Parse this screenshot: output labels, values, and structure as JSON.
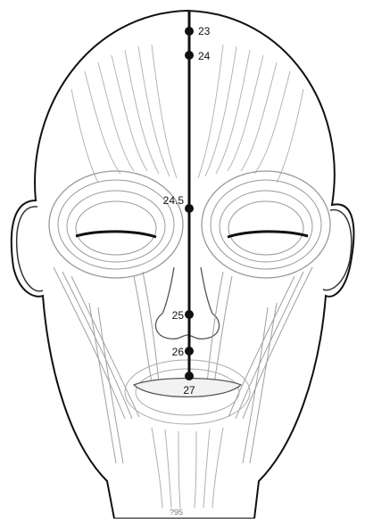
{
  "figure": {
    "line_color": "#111111",
    "skin_color": "#ffffff",
    "muscle_color": "#9a9a9a",
    "points": [
      {
        "label": "23"
      },
      {
        "label": "24"
      },
      {
        "label": "24.5"
      },
      {
        "label": "25"
      },
      {
        "label": "26"
      },
      {
        "label": "27"
      }
    ],
    "footer_mark": "?95"
  }
}
